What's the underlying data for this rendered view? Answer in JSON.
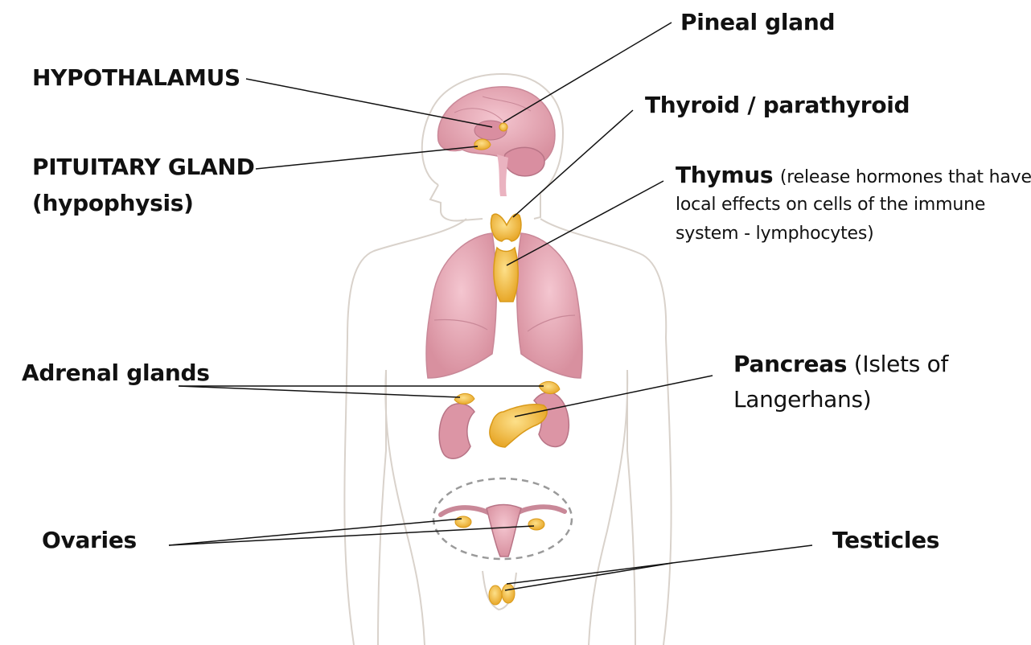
{
  "labels": {
    "pineal": "Pineal gland",
    "hypothalamus": "HYPOTHALAMUS",
    "thyroid": "Thyroid / parathyroid",
    "pituitary_1": "PITUITARY GLAND",
    "pituitary_2": "(hypophysis)",
    "thymus": "Thymus",
    "thymus_note_1": "(release hormones that have",
    "thymus_note_2": "local effects on cells of the immune",
    "thymus_note_3": "system - lymphocytes)",
    "adrenal": "Adrenal glands",
    "pancreas": "Pancreas",
    "pancreas_note_1": "(Islets of",
    "pancreas_note_2": "Langerhans)",
    "ovaries": "Ovaries",
    "testicles": "Testicles"
  },
  "colors": {
    "organ_pink": "#e8a8b8",
    "organ_pink_dark": "#c98898",
    "gland_yellow": "#f4c24a",
    "gland_yellow_dark": "#d99a1a",
    "body_outline": "#d8d0c8",
    "leader_line": "#111111"
  }
}
